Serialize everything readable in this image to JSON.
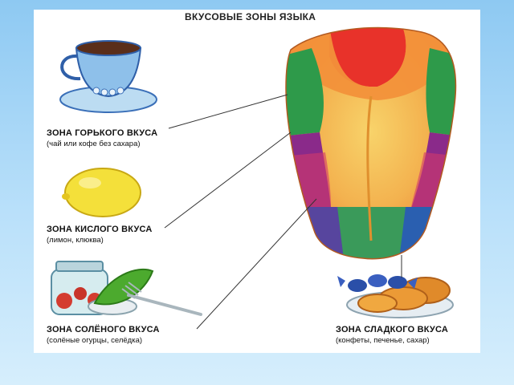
{
  "title": "ВКУСОВЫЕ ЗОНЫ ЯЗЫКА",
  "zones": [
    {
      "id": "bitter",
      "heading": "ЗОНА ГОРЬКОГО ВКУСА",
      "note": "(чай или кофе без сахара)",
      "color": "#e83a2a"
    },
    {
      "id": "sour",
      "heading": "ЗОНА КИСЛОГО ВКУСА",
      "note": "(лимон, клюква)",
      "color": "#2e9a4a"
    },
    {
      "id": "salty",
      "heading": "ЗОНА СОЛЁНОГО ВКУСА",
      "note": "(солёные огурцы, селёдка)",
      "color": "#7b2f8f"
    },
    {
      "id": "sweet",
      "heading": "ЗОНА СЛАДКОГО ВКУСА",
      "note": "(конфеты, печенье, сахар)",
      "color": "#2a5fb0"
    }
  ],
  "icons": [
    "teacup-icon",
    "lemon-icon",
    "pickle-jar-icon",
    "candy-plate-icon"
  ],
  "colors": {
    "background": "#9fd3f5",
    "card": "#ffffff",
    "tongue_center": "#f6c15a",
    "tongue_tip_red": "#e8322a",
    "tongue_orange": "#f2913a"
  }
}
